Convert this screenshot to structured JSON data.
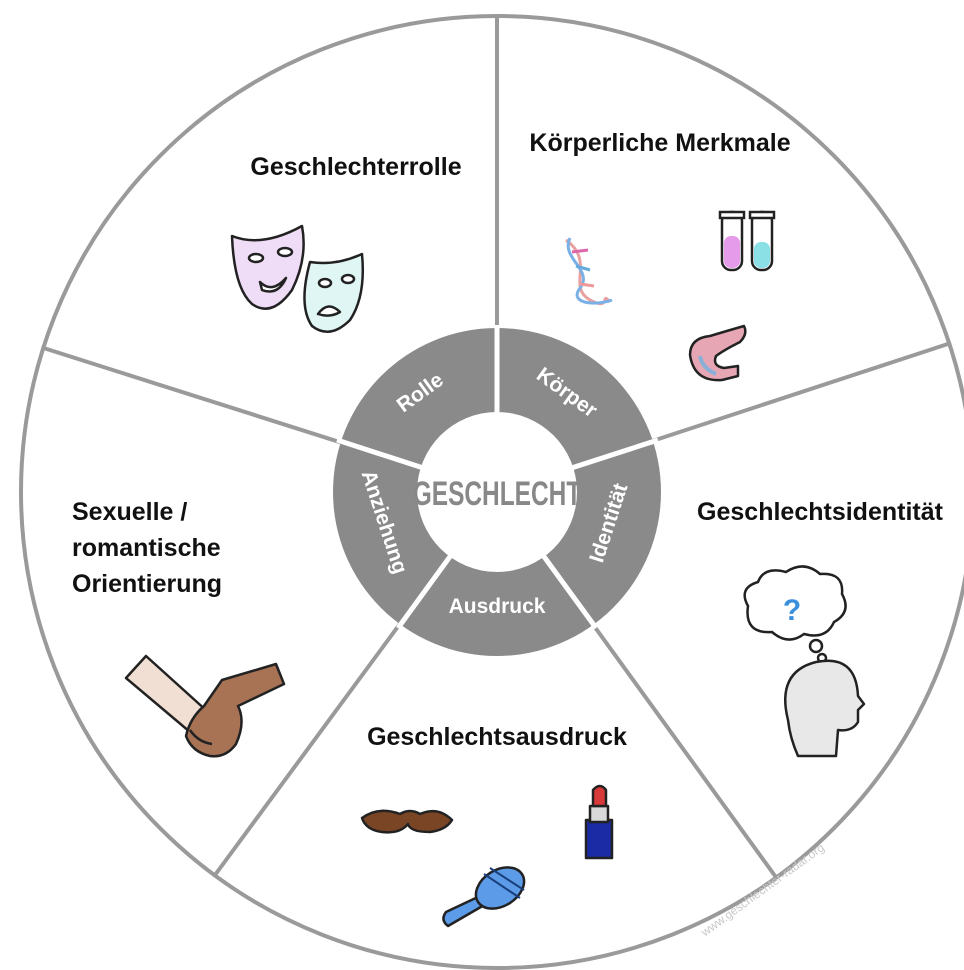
{
  "center": {
    "label": "GESCHLECHT"
  },
  "ring": {
    "rolle": "Rolle",
    "koerper": "Körper",
    "identitaet": "Identität",
    "ausdruck": "Ausdruck",
    "anziehung": "Anziehung"
  },
  "segments": {
    "geschlechterrolle": {
      "title": "Geschlechterrolle",
      "icons": [
        "theater-masks-icon"
      ]
    },
    "koerperliche_merkmale": {
      "title": "Körperliche Merkmale",
      "icons": [
        "dna-icon",
        "test-tubes-icon",
        "pancreas-icon"
      ]
    },
    "geschlechtsidentitaet": {
      "title": "Geschlechtsidentität",
      "icons": [
        "thought-bubble-question-icon",
        "head-silhouette-icon"
      ]
    },
    "geschlechtsausdruck": {
      "title": "Geschlechtsausdruck",
      "icons": [
        "mustache-icon",
        "lipstick-icon",
        "hairbrush-icon"
      ]
    },
    "orientierung": {
      "title_lines": [
        "Sexuelle /",
        "romantische",
        "Orientierung"
      ],
      "icons": [
        "holding-hands-icon"
      ]
    }
  },
  "watermark": "www.geschlechter-radar.org",
  "colors": {
    "ring": "#8a8a8a",
    "lines": "#9a9a9a",
    "center_fill": "#ffffff"
  }
}
